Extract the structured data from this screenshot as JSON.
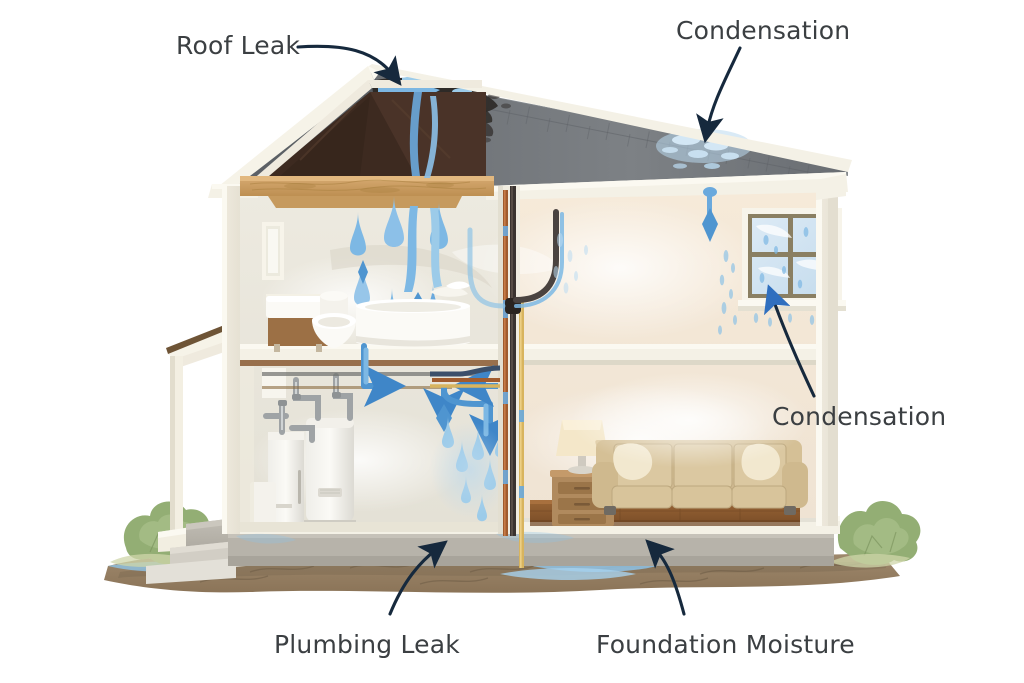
{
  "illustration": {
    "subject": "cutaway-house-moisture-sources",
    "background_color": "#ffffff"
  },
  "labels": [
    {
      "id": "roof-leak",
      "text": "Roof Leak",
      "color": "#3b3f42",
      "arrow": "curved-arrow-down-right",
      "arrow_color": "#16293d"
    },
    {
      "id": "condensation-top",
      "text": "Condensation",
      "color": "#3b3f42",
      "arrow": "curved-arrow-down-left",
      "arrow_color": "#16293d"
    },
    {
      "id": "condensation-right",
      "text": "Condensation",
      "color": "#3b3f42",
      "arrow": "curved-arrow-up-left",
      "arrow_color": "#1a3a66"
    },
    {
      "id": "plumbing-leak",
      "text": "Plumbing Leak",
      "color": "#3b3f42",
      "arrow": "curved-arrow-up-right",
      "arrow_color": "#16293d"
    },
    {
      "id": "foundation-moisture",
      "text": "Foundation Moisture",
      "color": "#3b3f42",
      "arrow": "curved-arrow-up-left",
      "arrow_color": "#16293d"
    }
  ],
  "palette": {
    "roof_shingle": "#74787c",
    "roof_shingle_dark": "#5b6065",
    "roof_damage": "#2f2b29",
    "siding": "#efeade",
    "trim": "#f7f4ea",
    "wall_interior_warm": "#f3e6d6",
    "wall_interior_cool": "#e9e6dc",
    "attic_dark": "#3d2a20",
    "sheathing_wood": "#cc9f63",
    "floor_wood": "#8a5a33",
    "water_blue": "#6aa9dd",
    "water_blue_light": "#b5d8f0",
    "arrow_blue": "#2f78c4",
    "soil": "#97836b",
    "concrete": "#b9b5ad",
    "shrub_green": "#8fad72",
    "sofa": "#d8c49b",
    "lamp_shade": "#f4e7c9",
    "metal": "#b9bcbd"
  },
  "scene_parts": {
    "roof": "asphalt-shingle-gable-roof",
    "roof_damage_note": "dark water-stained shingles near ridge at left",
    "attic": "open-gable-attic-cavity",
    "upper_left_room": "bathroom-with-toilet-and-bathtub",
    "upper_right_room": "bedroom-with-condensation-window",
    "lower_left_room": "basement-utility-water-heater-and-furnace",
    "lower_right_room": "living-room-with-sofa-nightstand-lamp",
    "porch": "side-porch-with-concrete-steps",
    "foundation": "concrete-slab-foundation",
    "ground": "soil-with-standing-water",
    "landscaping": "shrubs-at-both-corners",
    "plumbing": "vertical-supply-and-drain-stack-with-blue-flow-arrows"
  }
}
